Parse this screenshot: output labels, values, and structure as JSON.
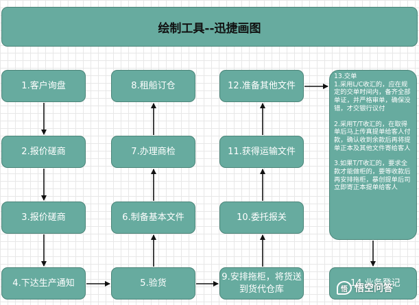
{
  "title": "绘制工具--迅捷画图",
  "steps": {
    "s1": "1.客户询盘",
    "s2": "2.报价磋商",
    "s3": "3.报价磋商",
    "s4": "4.下达生产通知",
    "s5": "5.验货",
    "s6": "6.制备基本文件",
    "s7": "7.办理商检",
    "s8": "8.租船订仓",
    "s9": "9.安排拖柜，将货送到货代仓库",
    "s10": "10.委托报关",
    "s11": "11.获得运输文件",
    "s12": "12.准备其他文件",
    "s14": "14.业务登记"
  },
  "note": {
    "head": "13.交单",
    "p1": "1.采用L/C收汇的，应在规定的交单时间内，备齐全部单证，并严格审单，确保没错，才交银行议付",
    "p2": "2.采用T/T收汇的，在取得单后马上传真提单给客人付款，确认收到余款后再将提单正本及其他文件寄给客人",
    "p3": "3.如果T/T收汇的，要求全款才能做柜的，要等收款后再安排拖柜，暴创提单后司立即寄正本提单给客人"
  },
  "watermark": "悟空问答",
  "colors": {
    "box_fill": "#67ab9f",
    "box_border": "#4b8478",
    "arrow": "#111111"
  }
}
